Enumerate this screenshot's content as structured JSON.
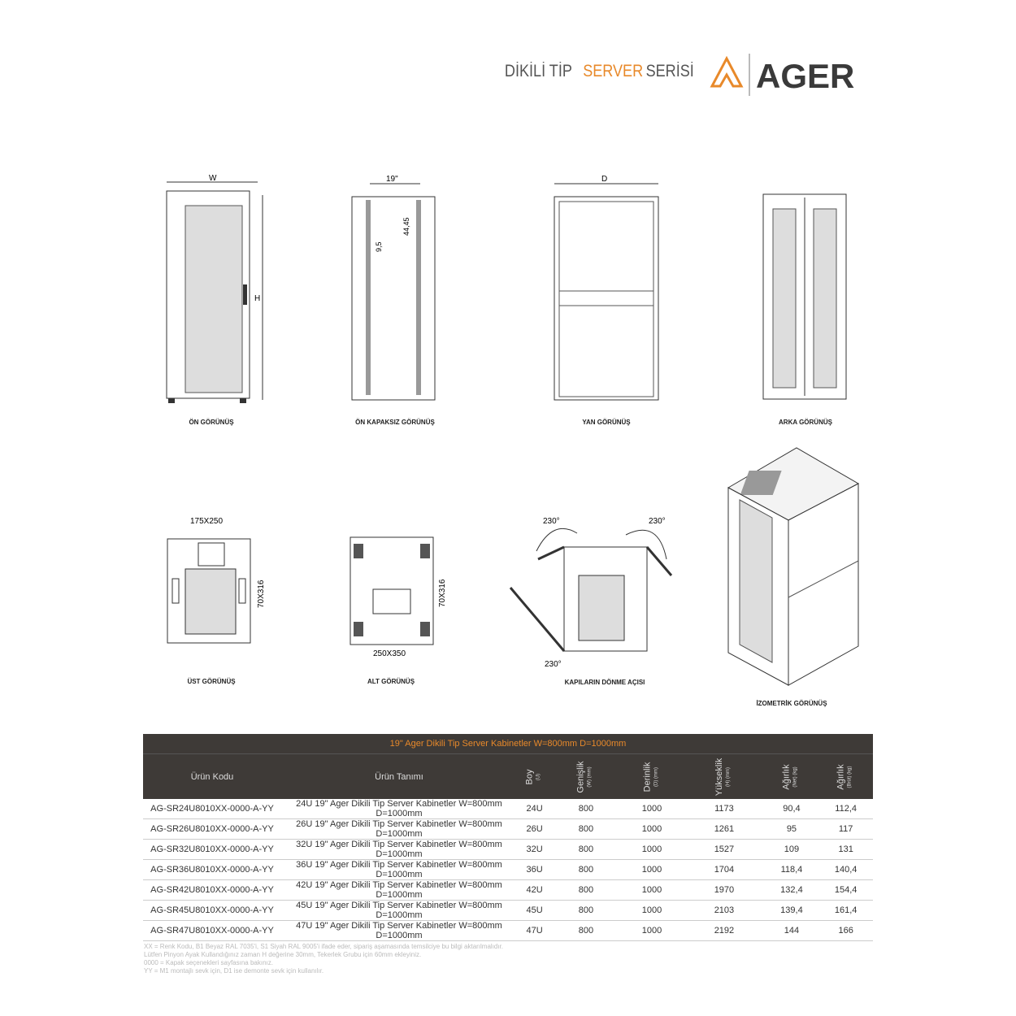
{
  "header": {
    "title_prefix": "DİKİLİ TİP",
    "title_accent": "SERVER",
    "title_suffix": "SERİSİ",
    "brand": "AGER",
    "accent_color": "#e8892a"
  },
  "drawings": {
    "front": {
      "label": "ÖN GÖRÜNÜŞ",
      "dim_w": "W",
      "dim_h": "H"
    },
    "front_open": {
      "label": "ÖN KAPAKSIZ GÖRÜNÜŞ",
      "dim_w": "19\"",
      "dim_a": "9,5",
      "dim_b": "44,45"
    },
    "side": {
      "label": "YAN GÖRÜNÜŞ",
      "dim_d": "D"
    },
    "rear": {
      "label": "ARKA GÖRÜNÜŞ"
    },
    "top": {
      "label": "ÜST GÖRÜNÜŞ",
      "dim_a": "175X250",
      "dim_b": "70X316"
    },
    "bottom": {
      "label": "ALT GÖRÜNÜŞ",
      "dim_a": "250X350",
      "dim_b": "70X316"
    },
    "door": {
      "label": "KAPILARIN DÖNME AÇISI",
      "angle": "230°"
    },
    "iso": {
      "label": "İZOMETRİK GÖRÜNÜŞ"
    }
  },
  "table": {
    "title": "19\" Ager Dikili Tip Server Kabinetler W=800mm D=1000mm",
    "headers": [
      {
        "label": "Ürün Kodu"
      },
      {
        "label": "Ürün Tanımı"
      },
      {
        "label": "Boy",
        "unit": "(U)"
      },
      {
        "label": "Genişlik",
        "unit": "(W) (mm)"
      },
      {
        "label": "Derinlik",
        "unit": "(D) (mm)"
      },
      {
        "label": "Yükseklik",
        "unit": "(H) (mm)"
      },
      {
        "label": "Ağırlık",
        "unit": "(Net) (kg)"
      },
      {
        "label": "Ağırlık",
        "unit": "(Brüt) (kg)"
      }
    ],
    "rows": [
      [
        "AG-SR24U8010XX-0000-A-YY",
        "24U 19\" Ager Dikili Tip Server Kabinetler W=800mm D=1000mm",
        "24U",
        "800",
        "1000",
        "1173",
        "90,4",
        "112,4"
      ],
      [
        "AG-SR26U8010XX-0000-A-YY",
        "26U 19\" Ager Dikili Tip Server Kabinetler W=800mm D=1000mm",
        "26U",
        "800",
        "1000",
        "1261",
        "95",
        "117"
      ],
      [
        "AG-SR32U8010XX-0000-A-YY",
        "32U 19\" Ager Dikili Tip Server Kabinetler W=800mm D=1000mm",
        "32U",
        "800",
        "1000",
        "1527",
        "109",
        "131"
      ],
      [
        "AG-SR36U8010XX-0000-A-YY",
        "36U 19\" Ager Dikili Tip Server Kabinetler W=800mm D=1000mm",
        "36U",
        "800",
        "1000",
        "1704",
        "118,4",
        "140,4"
      ],
      [
        "AG-SR42U8010XX-0000-A-YY",
        "42U 19\" Ager Dikili Tip Server Kabinetler W=800mm D=1000mm",
        "42U",
        "800",
        "1000",
        "1970",
        "132,4",
        "154,4"
      ],
      [
        "AG-SR45U8010XX-0000-A-YY",
        "45U 19\" Ager Dikili Tip Server Kabinetler W=800mm D=1000mm",
        "45U",
        "800",
        "1000",
        "2103",
        "139,4",
        "161,4"
      ],
      [
        "AG-SR47U8010XX-0000-A-YY",
        "47U 19\" Ager Dikili Tip Server Kabinetler W=800mm D=1000mm",
        "47U",
        "800",
        "1000",
        "2192",
        "144",
        "166"
      ]
    ]
  },
  "notes": [
    "XX = Renk Kodu, B1 Beyaz RAL 7035'i, S1 Siyah RAL 9005'i ifade eder, sipariş aşamasında temsilciye bu bilgi aktarılmalıdır.",
    "Lütfen Pinyon Ayak Kullandığınız zaman H değerine 30mm, Tekerlek Grubu için 60mm ekleyiniz.",
    "0000 = Kapak seçenekleri sayfasına bakınız.",
    "YY = M1 montajlı sevk için, D1 ise demonte sevk için kullanılır."
  ]
}
